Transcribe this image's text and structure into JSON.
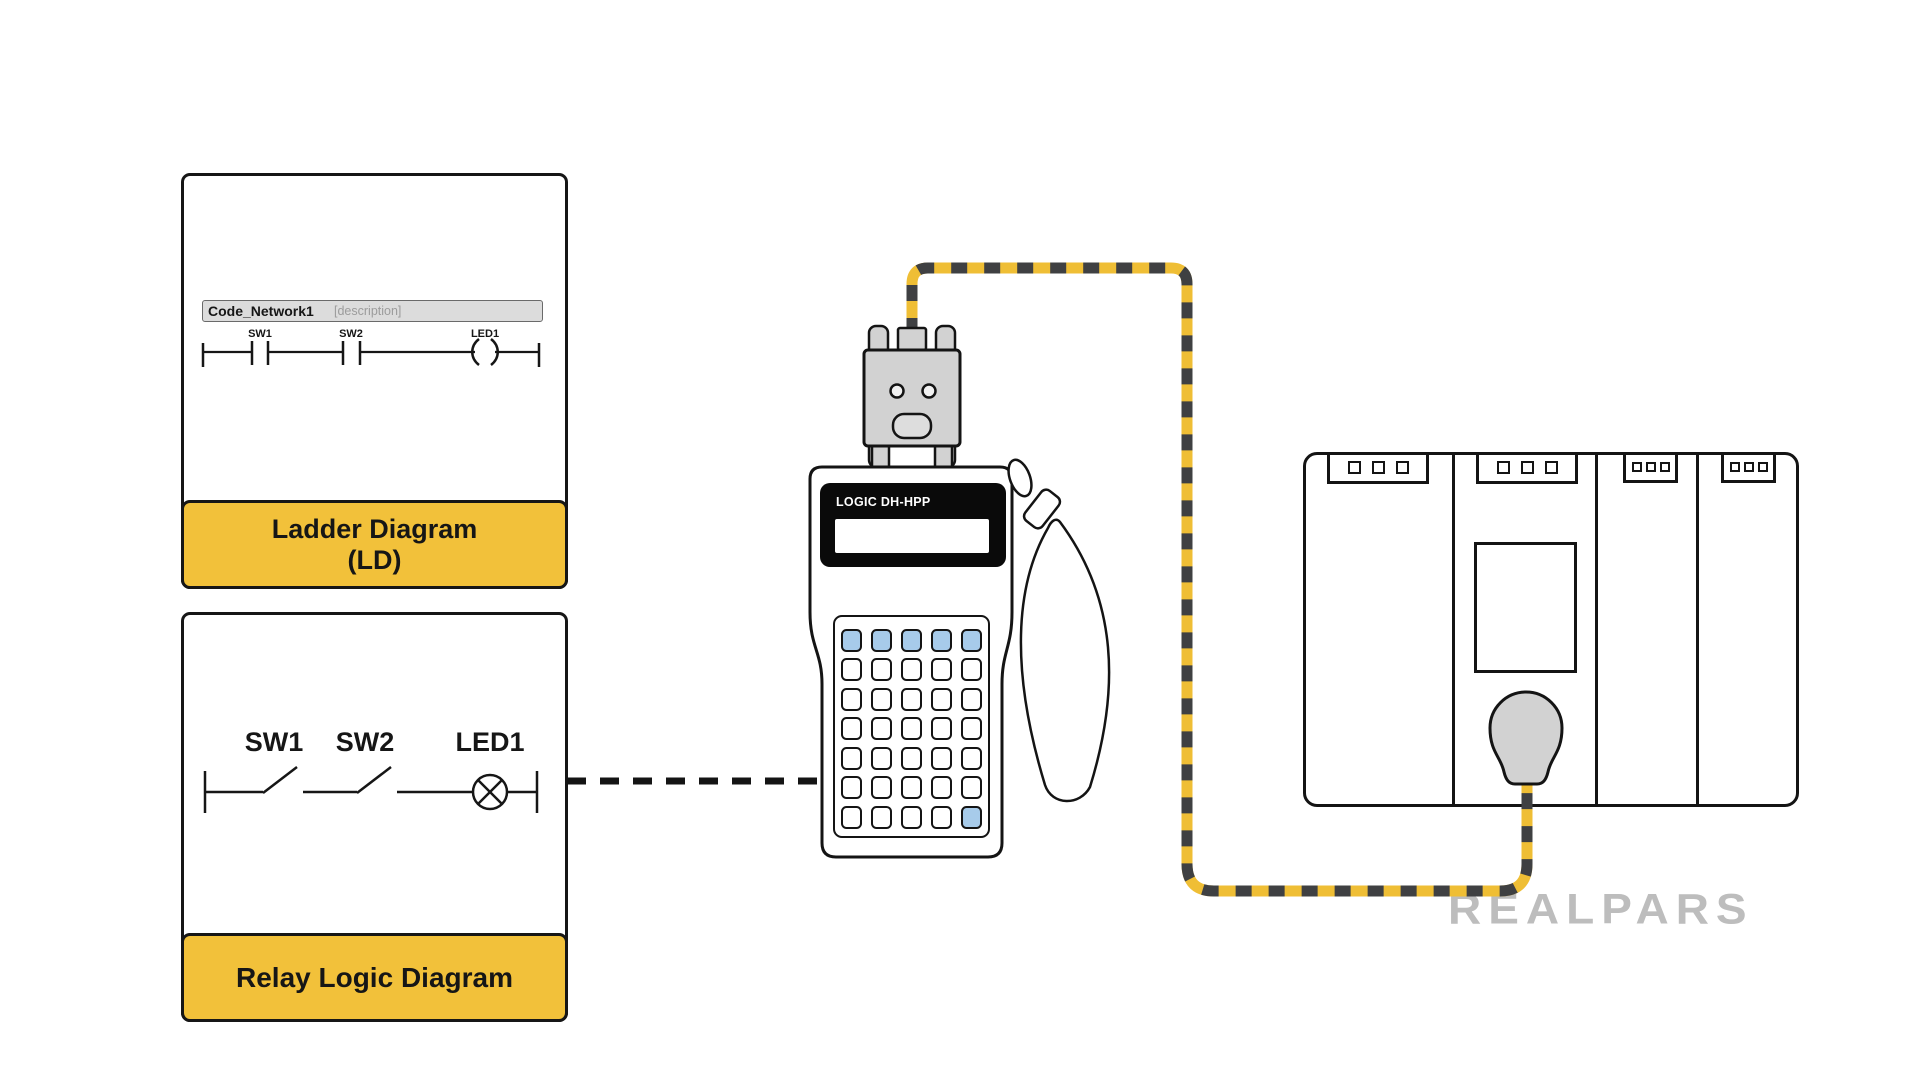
{
  "ladder_panel": {
    "title_line1": "Ladder Diagram",
    "title_line2": "(LD)",
    "network_name": "Code_Network1",
    "network_description": "[description]",
    "contact1": "SW1",
    "contact2": "SW2",
    "coil": "LED1"
  },
  "relay_panel": {
    "title": "Relay Logic Diagram",
    "switch1": "SW1",
    "switch2": "SW2",
    "lamp": "LED1"
  },
  "handheld": {
    "display_label": "LOGIC DH-HPP",
    "keypad": {
      "rows": 7,
      "cols": 5,
      "blue_rows": [
        0
      ],
      "blue_cells": [
        [
          6,
          4
        ]
      ]
    }
  },
  "plc": {
    "modules": [
      {
        "tab_squares": 3,
        "tab_size": "lg",
        "has_door": false
      },
      {
        "tab_squares": 3,
        "tab_size": "lg",
        "has_door": true
      },
      {
        "tab_squares": 3,
        "tab_size": "sm",
        "has_door": false
      },
      {
        "tab_squares": 3,
        "tab_size": "sm",
        "has_door": false
      }
    ]
  },
  "watermark": "REALPARS",
  "colors": {
    "accent_yellow": "#F2C13A",
    "cable_yellow": "#EFBE35",
    "cable_dark": "#3F4042",
    "key_blue": "#A7CBEA",
    "device_gray": "#D2D2D2",
    "watermark_gray": "#BDBDBD"
  }
}
